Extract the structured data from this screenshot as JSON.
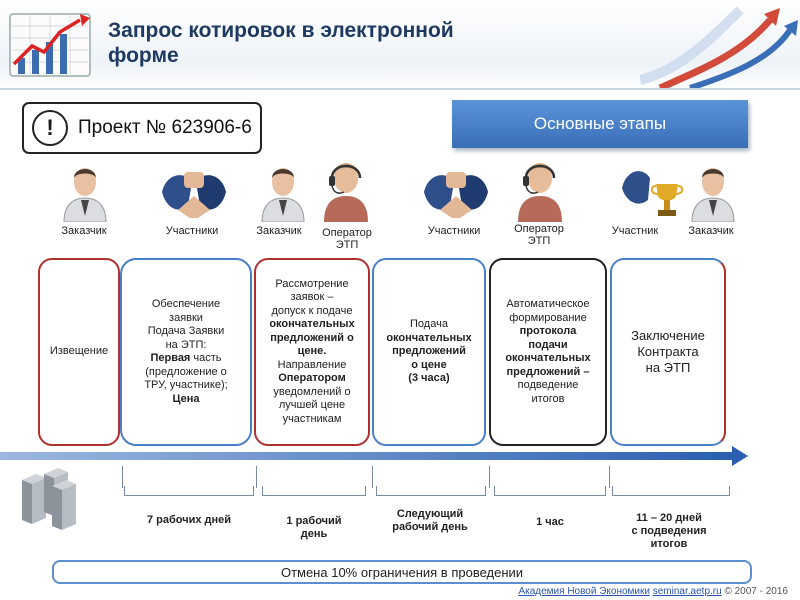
{
  "header": {
    "title_line1": "Запрос котировок в электронной",
    "title_line2": "форме"
  },
  "project": {
    "icon": "!",
    "label": "Проект № 623906-6"
  },
  "stages_banner": "Основные этапы",
  "roles": {
    "customer": "Заказчик",
    "participants": "Участники",
    "operator_line1": "Оператор",
    "operator_line2": "ЭТП",
    "participant": "Участник"
  },
  "stages": [
    {
      "text": "Извещение"
    },
    {
      "lines": [
        "Обеспечение",
        "заявки",
        "Подача Заявки",
        "на ЭТП:"
      ],
      "bold_word": "Первая",
      "rest": " часть",
      "lines2": [
        "(предложение о",
        "ТРУ, участнике);"
      ],
      "last_bold": "Цена"
    },
    {
      "lines": [
        "Рассмотрение",
        "заявок –",
        "допуск к подаче"
      ],
      "bold_lines": [
        "окончательных",
        "предложений о",
        "цене."
      ],
      "lines2": [
        "Направление"
      ],
      "bold2": "Оператором",
      "lines3": [
        "уведомлений о",
        "лучшей цене",
        "участникам"
      ]
    },
    {
      "lines": [
        "Подача"
      ],
      "bold_lines": [
        "окончательных",
        "предложений",
        "о цене",
        "(3 часа)"
      ]
    },
    {
      "lines": [
        "Автоматическое",
        "формирование"
      ],
      "bold_lines": [
        "протокола",
        "подачи",
        "окончательных",
        "предложений –"
      ],
      "lines2": [
        "подведение",
        "итогов"
      ]
    },
    {
      "lines": [
        "Заключение",
        "Контракта",
        "на ЭТП"
      ]
    }
  ],
  "durations": {
    "d1": "7 рабочих дней",
    "d2_line1": "1 рабочий",
    "d2_line2": "день",
    "d3_line1": "Следующий",
    "d3_line2": "рабочий день",
    "d4": "1 час",
    "d5_line1": "11 – 20 дней",
    "d5_line2": "с подведения",
    "d5_line3": "итогов"
  },
  "cancel_note": "Отмена 10% ограничения в проведении",
  "footer": {
    "org": "Академия Новой Экономики",
    "link": "seminar.aetp.ru",
    "copy": "© 2007 - 2016"
  },
  "colors": {
    "title": "#1f3a60",
    "banner": "#4a80c8",
    "stage_red": "#b03030",
    "stage_blue": "#4a7fc8",
    "stage_black": "#222222",
    "timeline": "#3b6fc0"
  }
}
